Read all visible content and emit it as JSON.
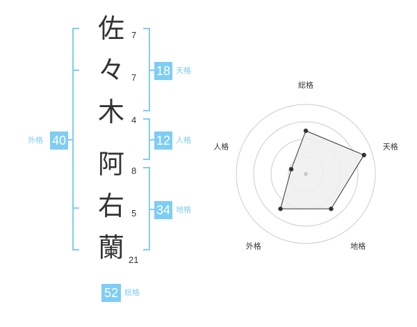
{
  "name": {
    "characters": [
      "佐",
      "々",
      "木",
      "阿",
      "右",
      "蘭"
    ],
    "strokes": [
      "7",
      "7",
      "4",
      "8",
      "5",
      "21"
    ]
  },
  "scores": {
    "tenkaku": {
      "value": "18",
      "label": "天格"
    },
    "jinkaku": {
      "value": "12",
      "label": "人格"
    },
    "chikaku": {
      "value": "34",
      "label": "地格"
    },
    "gaikaku": {
      "value": "40",
      "label": "外格"
    },
    "soukaku": {
      "value": "52",
      "label": "総格"
    }
  },
  "radar": {
    "axes": [
      "総格",
      "天格",
      "地格",
      "外格",
      "人格"
    ],
    "levels": [
      0.62,
      0.88,
      0.62,
      0.62,
      0.22
    ],
    "rings": 4,
    "colors": {
      "fill": "#eeeeee",
      "stroke": "#333333",
      "ring": "#cccccc",
      "point": "#333333",
      "center": "#cccccc"
    }
  },
  "colors": {
    "accent": "#7ecdf4",
    "text": "#333333"
  }
}
